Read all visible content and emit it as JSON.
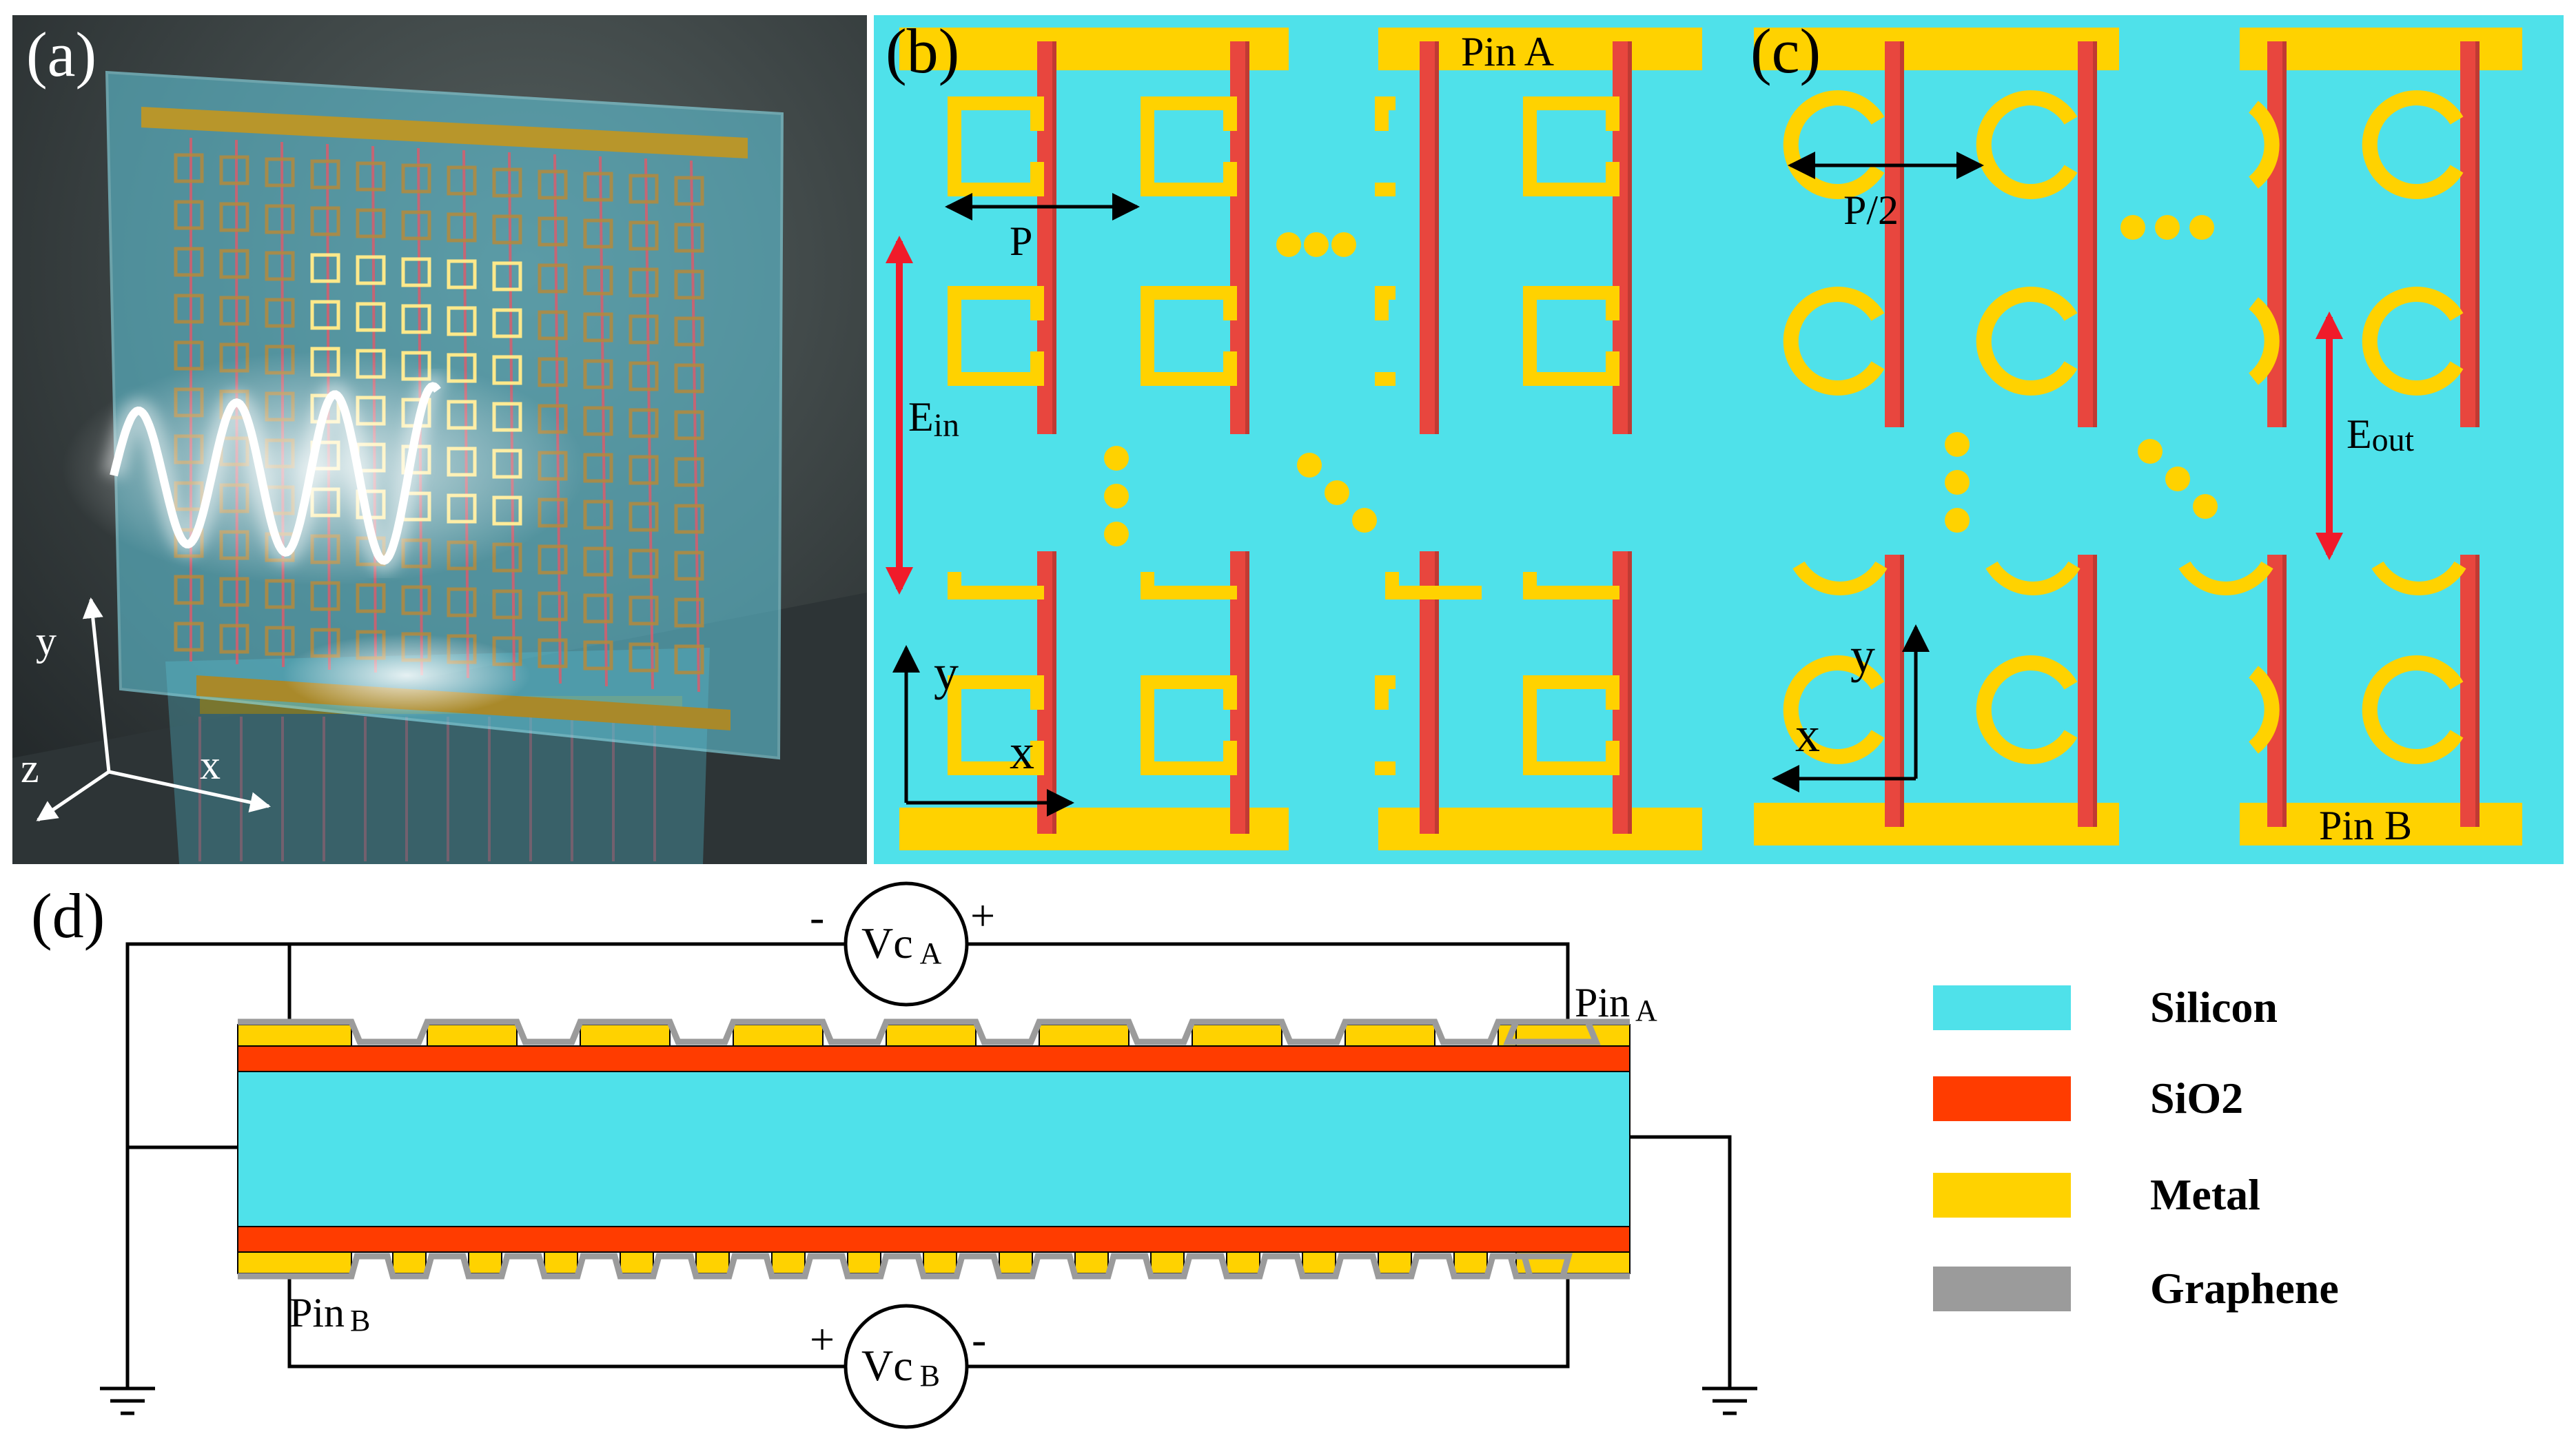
{
  "colors": {
    "silicon": "#4FE1EA",
    "sio2": "#FF3C00",
    "metal": "#FFD200",
    "graphene": "#9B9B9B",
    "arrow_red": "#F01B2A",
    "stripe_red": "#E8463E",
    "dark_bg": "#2B3133"
  },
  "panel_a": {
    "label": "(a)",
    "axis_x": "x",
    "axis_y": "y",
    "axis_z": "z"
  },
  "panel_b": {
    "label": "(b)",
    "pin_label": "Pin A",
    "period_label": "P",
    "field_main": "E",
    "field_sub": "in",
    "axis_x": "x",
    "axis_y": "y"
  },
  "panel_c": {
    "label": "(c)",
    "pin_label": "Pin B",
    "period_label": "P/2",
    "field_main": "E",
    "field_sub": "out",
    "axis_x": "x",
    "axis_y": "y"
  },
  "panel_d": {
    "label": "(d)",
    "vca_minus": "-",
    "vca_main": "Vc",
    "vca_sub": "A",
    "vca_plus": "+",
    "vcb_plus": "+",
    "vcb_main": "Vc",
    "vcb_sub": "B",
    "vcb_minus": "-",
    "pin_a_main": "Pin",
    "pin_a_sub": "A",
    "pin_b_main": "Pin",
    "pin_b_sub": "B"
  },
  "legend": [
    {
      "label": "Silicon",
      "color": "#4FE1EA"
    },
    {
      "label": "SiO2",
      "color": "#FF3C00"
    },
    {
      "label": "Metal",
      "color": "#FFD200"
    },
    {
      "label": "Graphene",
      "color": "#9B9B9B"
    }
  ]
}
